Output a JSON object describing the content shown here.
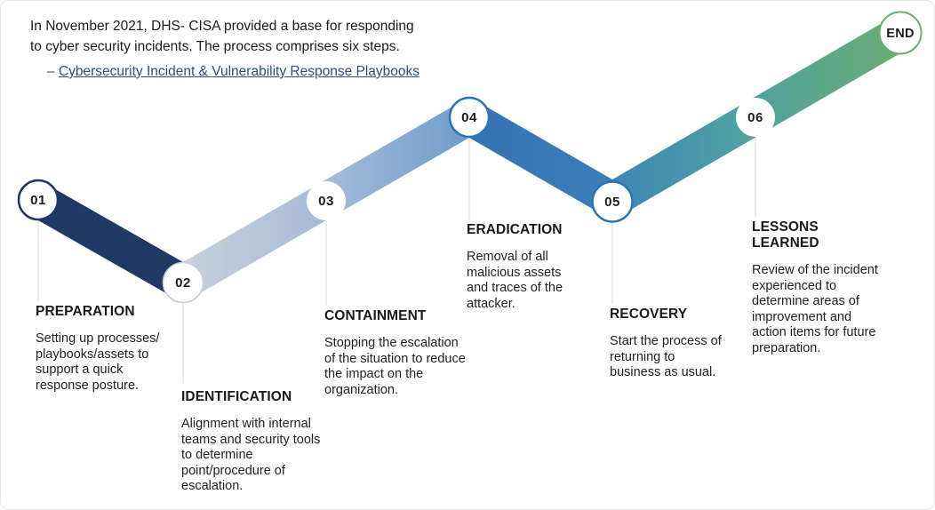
{
  "header": {
    "intro": "In November 2021, DHS- CISA provided a base for responding to cyber security incidents. The process comprises six steps.",
    "link_prefix": "– ",
    "link_text": "Cybersecurity Incident & Vulnerability Response Playbooks"
  },
  "steps": [
    {
      "number": "01",
      "title": "PREPARATION",
      "description": "Setting up processes/ playbooks/assets to support a quick response posture."
    },
    {
      "number": "02",
      "title": "IDENTIFICATION",
      "description": "Alignment with internal teams and security tools to determine point/procedure of escalation."
    },
    {
      "number": "03",
      "title": "CONTAINMENT",
      "description": "Stopping the escalation of the situation to reduce the impact on the organization."
    },
    {
      "number": "04",
      "title": "ERADICATION",
      "description": "Removal of all malicious assets and traces of the attacker."
    },
    {
      "number": "05",
      "title": "RECOVERY",
      "description": "Start the process of returning to business as usual."
    },
    {
      "number": "06",
      "title": "LESSONS LEARNED",
      "description": "Review of the incident experienced to determine areas of improvement and action items for future preparation."
    }
  ],
  "end_label": "END",
  "colors": {
    "segment_navy": "#1F3864",
    "segment_light_start": "#C9D1DC",
    "segment_light_end": "#6F9DCB",
    "segment_blue": "#3A76B4",
    "segment_teal_start": "#3F86B4",
    "segment_teal_mid": "#4DA0A4",
    "segment_green_end": "#6BAD72",
    "node_border_navy": "#1F3864",
    "node_border_blue": "#2E74B5",
    "node_border_green": "#6BAD72",
    "link": "#2F4E7E",
    "connector_line": "#D9D9D9",
    "text": "#1C1C1C"
  }
}
